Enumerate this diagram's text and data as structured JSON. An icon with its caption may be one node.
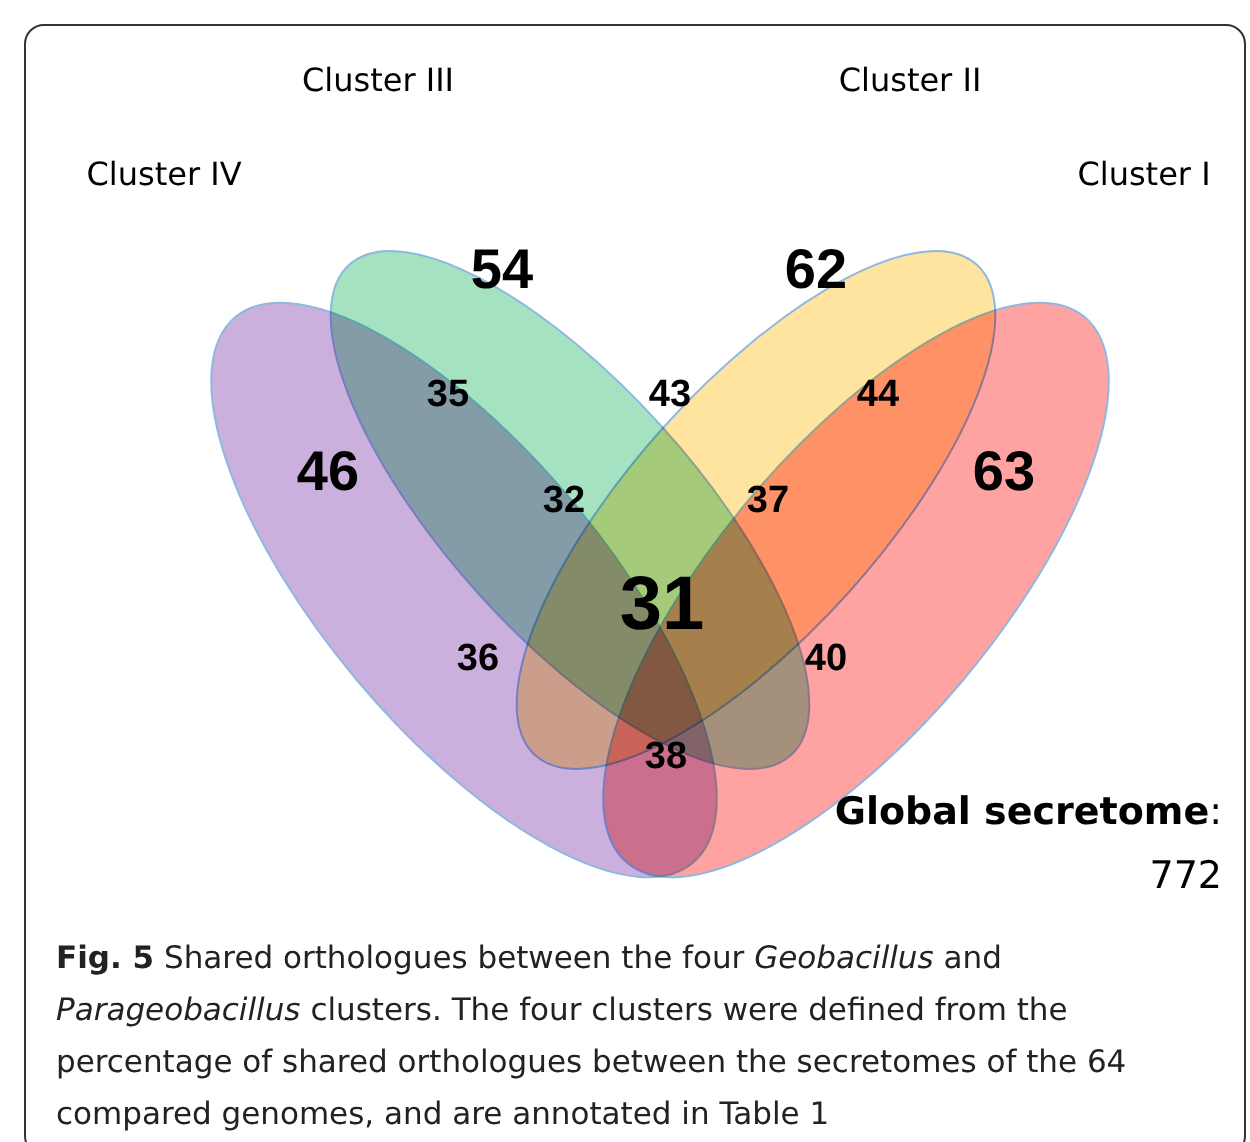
{
  "diagram": {
    "caption": "**Fig. 5** Shared orthologues between the four *Geobacillus* and *Parageobacillus* clusters. The four clusters were defined from the percentage of shared orthologues between the secretomes of the 64 compared genomes, and are annotated in Table 1",
    "labels": [
      "Cluster III",
      "Cluster II",
      "Cluster IV",
      "Cluster I",
      "54",
      "62",
      "35",
      "43",
      "44",
      "46",
      "63",
      "32",
      "37",
      "31",
      "36",
      "40",
      "38",
      "**Global secretome**: 772"
    ]
  }
}
